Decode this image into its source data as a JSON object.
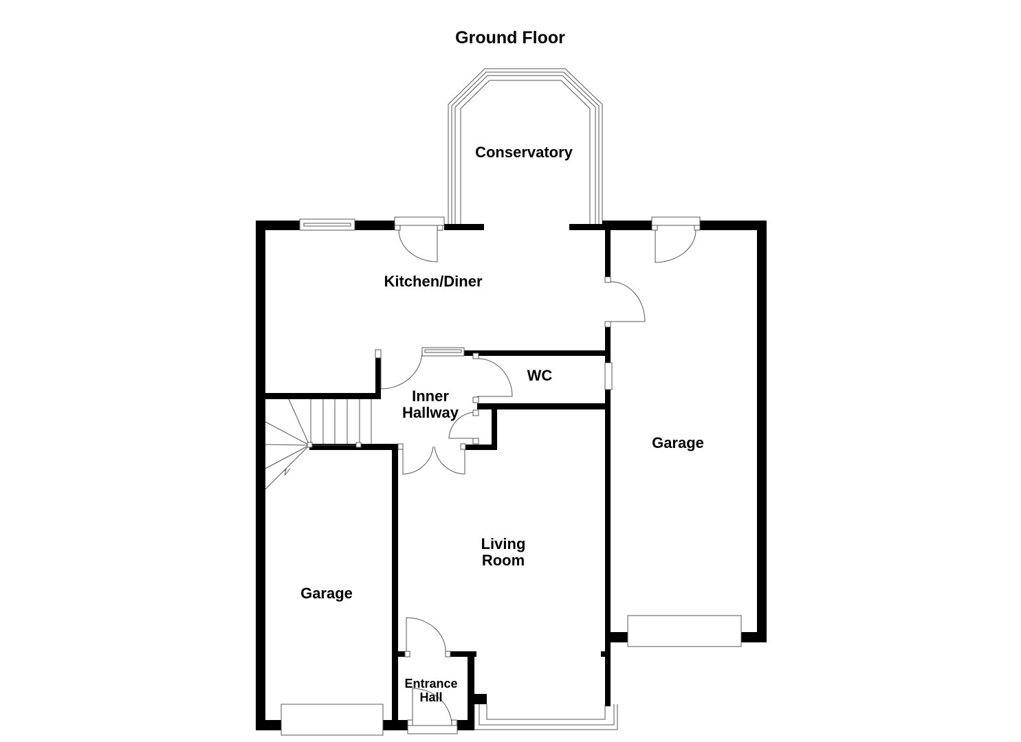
{
  "title": "Ground Floor",
  "rooms": {
    "conservatory": "Conservatory",
    "kitchen_diner": "Kitchen/Diner",
    "wc": "WC",
    "inner_hallway_line1": "Inner",
    "inner_hallway_line2": "Hallway",
    "garage_right": "Garage",
    "garage_left": "Garage",
    "living_room_line1": "Living",
    "living_room_line2": "Room",
    "entrance_hall_line1": "Entrance",
    "entrance_hall_line2": "Hall"
  },
  "colors": {
    "wall": "#000000",
    "fixture_line": "#555555",
    "background": "#ffffff"
  }
}
